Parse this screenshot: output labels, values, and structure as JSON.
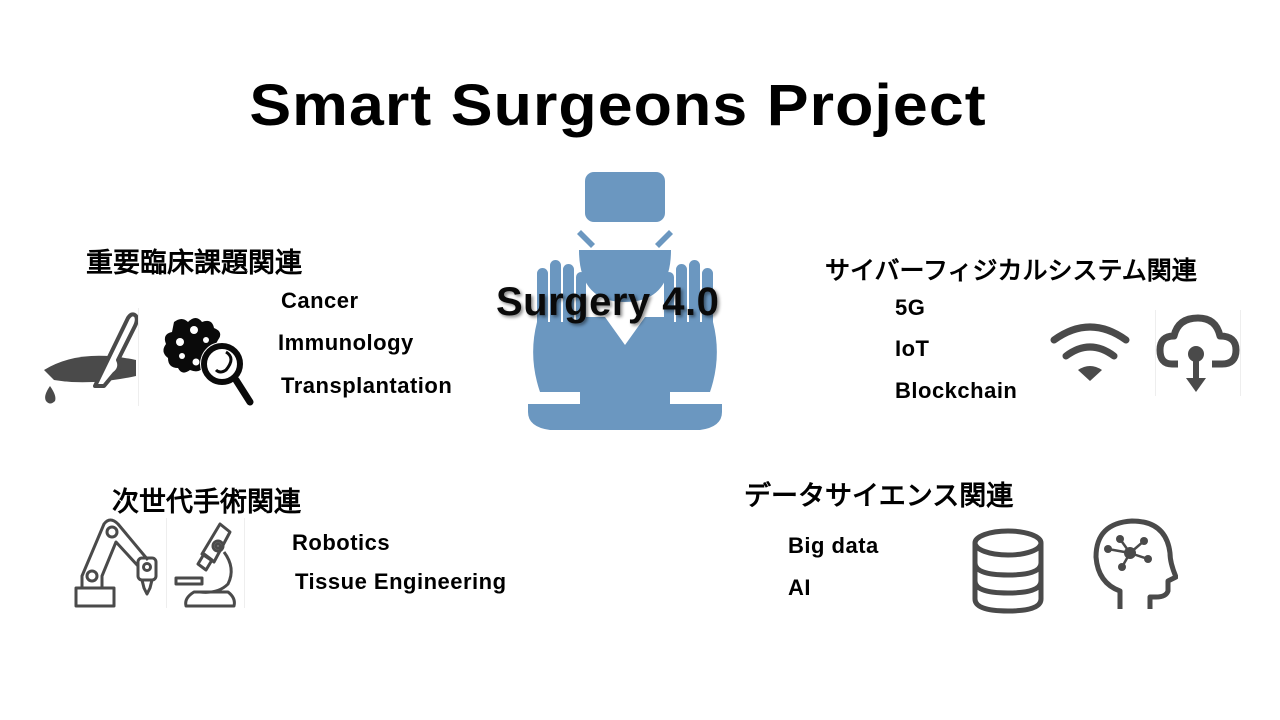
{
  "title": "Smart Surgeons Project",
  "center": {
    "label": "Surgery 4.0",
    "icon": "surgeon-icon",
    "color": "#6b97c0"
  },
  "sections": [
    {
      "heading": "重要臨床課題関連",
      "items": [
        "Cancer",
        "Immunology",
        "Transplantation"
      ],
      "icons": [
        "scalpel-incision-icon",
        "virus-magnifier-icon"
      ]
    },
    {
      "heading": "サイバーフィジカルシステム関連",
      "items": [
        "5G",
        "IoT",
        "Blockchain"
      ],
      "icons": [
        "wifi-icon",
        "cloud-download-icon"
      ]
    },
    {
      "heading": "次世代手術関連",
      "items": [
        "Robotics",
        "Tissue Engineering"
      ],
      "icons": [
        "robot-arm-icon",
        "microscope-icon"
      ]
    },
    {
      "heading": "データサイエンス関連",
      "items": [
        "Big data",
        "AI"
      ],
      "icons": [
        "database-icon",
        "ai-head-icon"
      ]
    }
  ],
  "colors": {
    "icon_gray": "#4a4a4a",
    "icon_black": "#0a0a0a",
    "surgeon_blue": "#6b97c0"
  }
}
